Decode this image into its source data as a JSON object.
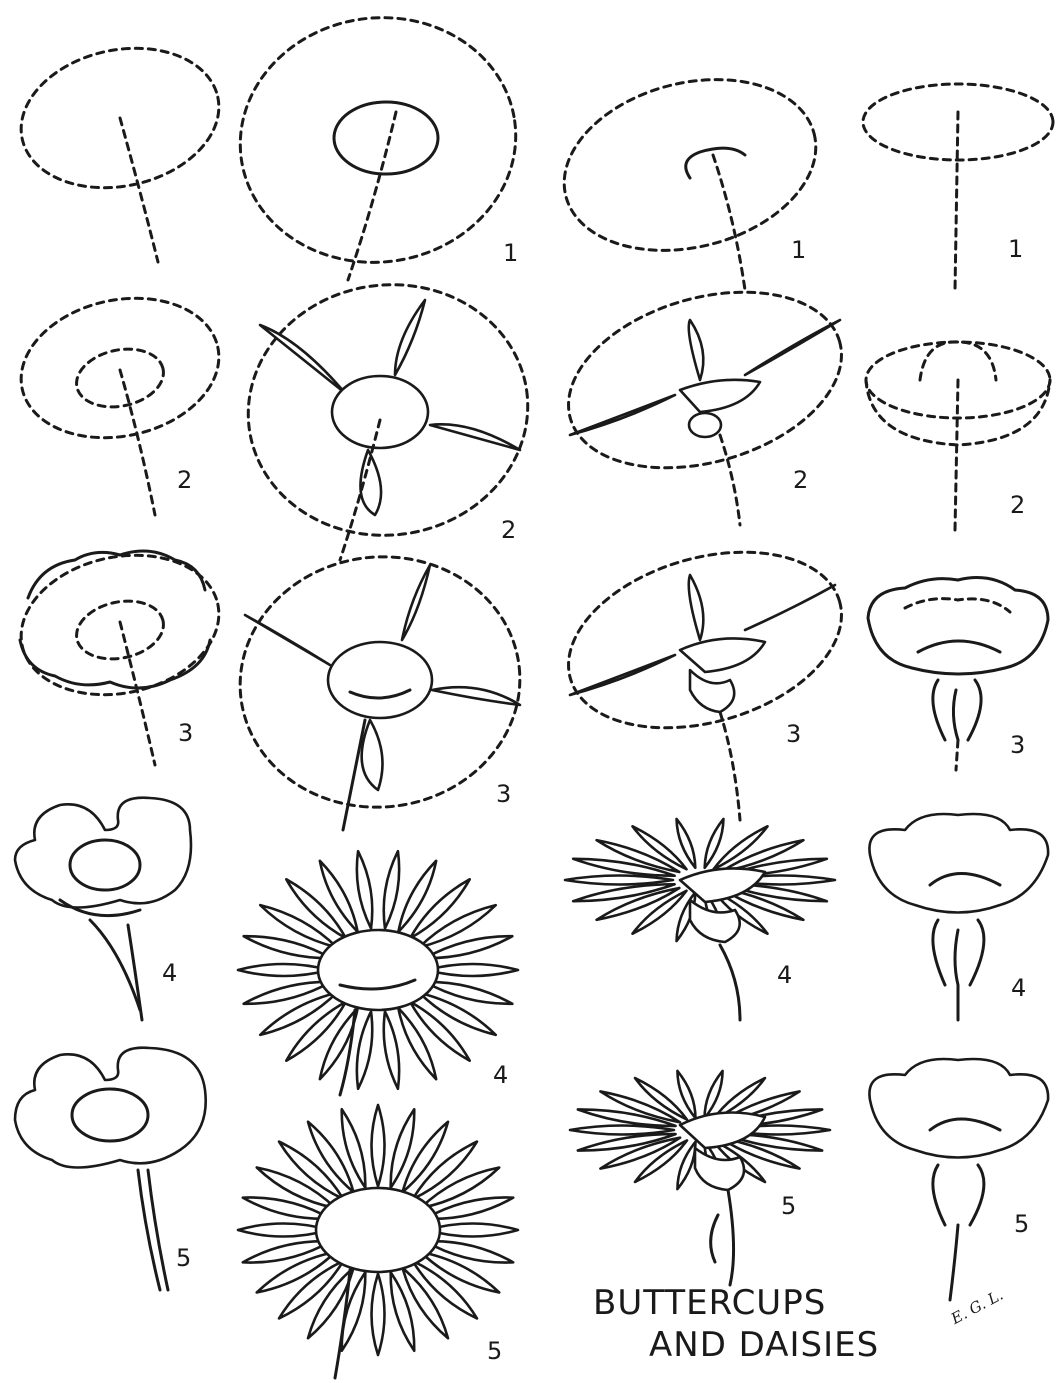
{
  "title": {
    "line1": "BUTTERCUPS",
    "line2": "AND DAISIES"
  },
  "signature": "E. G. L.",
  "step_labels": {
    "a1": "1",
    "a2": "1",
    "a3": "1",
    "b1": "2",
    "b2": "2",
    "b3": "2",
    "b4": "2",
    "c1": "3",
    "c2": "3",
    "c3": "3",
    "c4": "3",
    "d1": "4",
    "d2": "4",
    "d3": "4",
    "d4": "4",
    "e1": "5",
    "e2": "5",
    "e3": "5",
    "e4": "5"
  },
  "colors": {
    "ink": "#1a1a1a",
    "paper": "#ffffff"
  }
}
